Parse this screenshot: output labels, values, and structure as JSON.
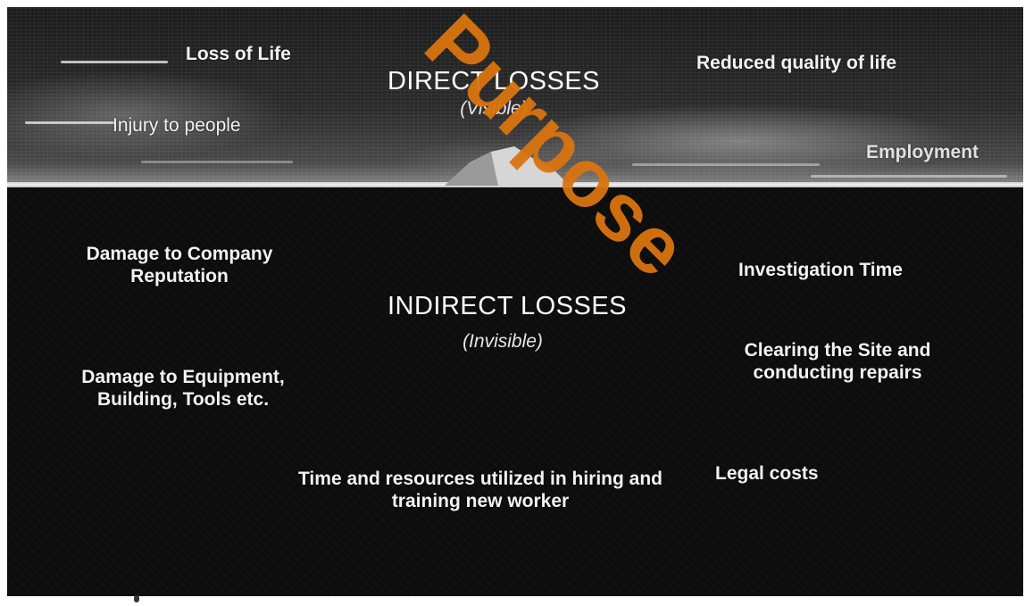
{
  "direct": {
    "heading": "DIRECT LOSSES",
    "subheading": "(Visible)",
    "items": [
      "Loss of Life",
      "Reduced quality of life",
      "Injury to people",
      "Employment"
    ]
  },
  "indirect": {
    "heading": "INDIRECT LOSSES",
    "subheading": "(Invisible)",
    "items": [
      "Damage to Company Reputation",
      "Investigation Time",
      "Damage to Equipment, Building, Tools etc.",
      "Clearing the Site and conducting repairs",
      "Time and resources utilized in hiring and training new worker",
      "Legal costs"
    ]
  },
  "watermark": "Purpose",
  "colors": {
    "surface": "#2b2b2b",
    "underwater": "#0d0d0d",
    "text": "#f2f2f2",
    "watermark": "#d9740f"
  }
}
